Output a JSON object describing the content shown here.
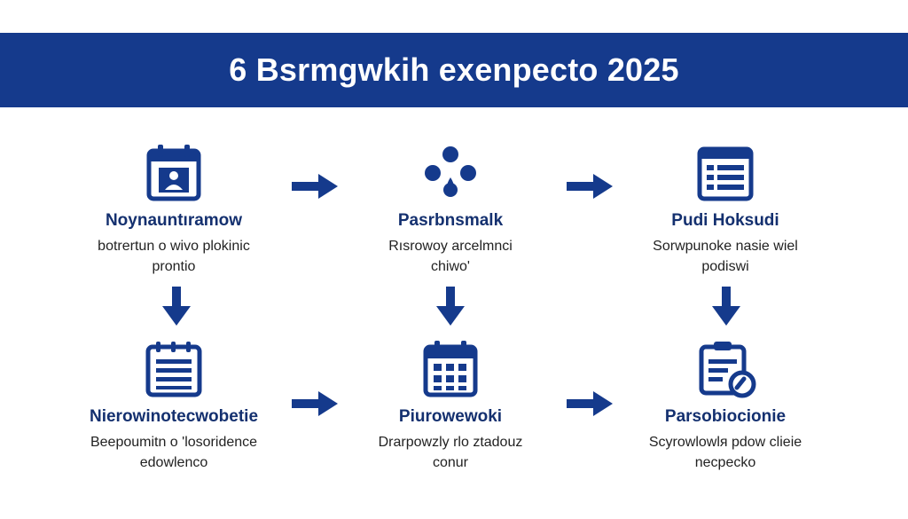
{
  "header": {
    "title": "6 Bsrmgwkih exenpecto 2025"
  },
  "colors": {
    "primary": "#153a8c",
    "title_text": "#14306f",
    "background": "#ffffff"
  },
  "steps": [
    {
      "icon": "calendar-person-icon",
      "title": "Noynauntıramow",
      "desc_lines": [
        "botrertun o wivo plokinic",
        "prontio"
      ]
    },
    {
      "icon": "dots-cluster-icon",
      "title": "Pasrbnsmalk",
      "desc_lines": [
        "Rısrowoy arcelmnci",
        "chiwo'"
      ]
    },
    {
      "icon": "document-list-icon",
      "title": "Pudi Hoksudi",
      "desc_lines": [
        "Sorwpunoke nasie wiel",
        "podiswi"
      ]
    },
    {
      "icon": "notepad-icon",
      "title": "Nierowinotecwobetie",
      "desc_lines": [
        "Beepoumitn o 'losoridence",
        "edowlenco"
      ]
    },
    {
      "icon": "calendar-grid-icon",
      "title": "Piurowewoki",
      "desc_lines": [
        "Drarpowzly rlo ztadouz",
        "conur"
      ]
    },
    {
      "icon": "clipboard-check-icon",
      "title": "Parsobiocionie",
      "desc_lines": [
        "Scyrowlowlя pdow clieie",
        "necpecko"
      ]
    }
  ]
}
